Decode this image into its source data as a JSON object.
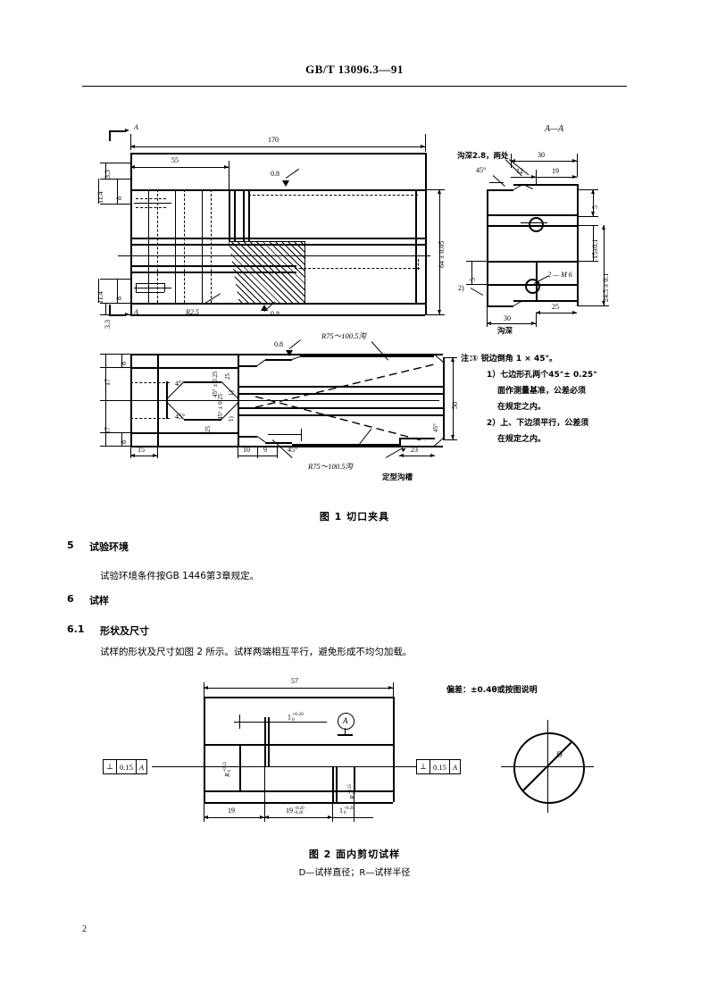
{
  "header": {
    "standard_number": "GB/T 13096.3—91",
    "page_number": "2"
  },
  "figure1": {
    "caption": "图 1  切口夹具",
    "section_label": "A—A",
    "cut_mark_top": "A",
    "cut_mark_bottom": "A",
    "main_view": {
      "dim_length": "170",
      "dim_55": "55",
      "dim_height_tol": "64 ± 0.05",
      "dim_3_3_top": "3.3",
      "dim_11_4_top": "11.4",
      "dim_8_top": "8",
      "dim_3_3_bottom": "3.3",
      "dim_11_4_bottom": "11.4",
      "dim_8_bottom": "8",
      "radius": "R2.5",
      "roughness_a": "0.8",
      "roughness_b": "0.8"
    },
    "section_view": {
      "title": "A—A",
      "groove_note": "沟深2.8，两处",
      "angle_45": "45°",
      "dim_30_top": "30",
      "dim_12": "12",
      "dim_19": "19",
      "dim_5_right": "5",
      "dim_15": "15±0.1",
      "dim_24_5": "24.5 ± 0.1",
      "dim_5_left": "5",
      "thread": "2 — M 6",
      "note_ref_2": "2)",
      "dim_25": "25",
      "dim_30_bottom": "30",
      "groove_label": "沟深"
    },
    "plan_view": {
      "dim_17_top": "17",
      "dim_8_top": "8",
      "dim_17_bottom": "17",
      "dim_8_bottom": "8",
      "dim_15": "15",
      "dim_10": "10",
      "dim_9": "9",
      "dim_23": "23",
      "dim_50": "50",
      "dim_25_a": "25",
      "dim_25_b": "25",
      "angle_45_a": "45°",
      "angle_45_b": "45°",
      "angle_45_c": "45°",
      "angle_45_d": "45°",
      "angle_45_tol_a": "45° ± 0.25",
      "angle_45_tol_b": "45° ± 0.25",
      "note_ref_1a": "1)",
      "note_ref_1b": "1)",
      "roughness": "0.8",
      "radius_note_top": "R75～100.5沟",
      "radius_note_bottom": "R75～100.5沟",
      "groove_label": "定型沟槽"
    },
    "notes": {
      "prefix": "注：",
      "items": [
        "① 锐边倒角 1 × 45°。",
        "1）七边形孔两个45°± 0.25°",
        "面作测量基准，公差必须",
        "在规定之内。",
        "2）上、下边须平行，公差须",
        "在规定之内。"
      ]
    }
  },
  "sections": {
    "s5": {
      "number": "5",
      "title": "试验环境",
      "body": "试验环境条件按GB 1446第3章规定。"
    },
    "s6": {
      "number": "6",
      "title": "试样"
    },
    "s61": {
      "number": "6.1",
      "title": "形状及尺寸",
      "body": "试样的形状及尺寸如图 2 所示。试样两端相互平行，避免形成不均匀加载。"
    }
  },
  "figure2": {
    "caption": "图 2  面内剪切试样",
    "subcaption": "D—试样直径；R—试样半径",
    "deviation_note": "偏差：±0.4θ或按图说明",
    "datum_label": "A",
    "dim_57": "57",
    "dim_19_plain": "19",
    "dim_19_tol": "19",
    "dim_19_tol_upper": "+0.20",
    "dim_19_tol_lower": "-0.20",
    "dim_1_tol_a": "1",
    "dim_1_tol_a_upper": "+0.20",
    "dim_1_tol_a_lower": "0",
    "dim_1_tol_b": "1",
    "dim_1_tol_b_upper": "+0.20",
    "dim_1_tol_b_lower": "0",
    "radius_a": "R",
    "radius_a_upper": "+0.25",
    "radius_a_lower": "0",
    "radius_b": "R",
    "radius_b_upper": "+0.25",
    "radius_b_lower": "0",
    "tolerance_frame_left": {
      "symbol": "⊥",
      "value": "0.15",
      "datum": "A"
    },
    "tolerance_frame_right": {
      "symbol": "⊥",
      "value": "0.15",
      "datum": "A"
    },
    "diameter_label": "D"
  }
}
